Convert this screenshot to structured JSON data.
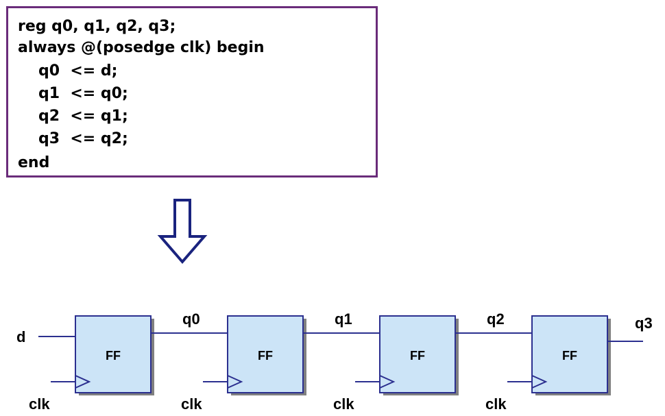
{
  "code": {
    "lines": [
      "reg q0, q1, q2, q3;",
      "always @(posedge clk) begin",
      "q0  <= d;",
      "q1  <= q0;",
      "q2  <= q1;",
      "q3  <= q2;",
      "end"
    ]
  },
  "diagram": {
    "input_label": "d",
    "ff_label": "FF",
    "clock_label": "clk",
    "outputs": [
      "q0",
      "q1",
      "q2",
      "q3"
    ],
    "colors": {
      "box_fill": "#cce4f7",
      "box_stroke": "#2b2f8f",
      "wire": "#2b2f8f",
      "shadow": "#808080",
      "code_border": "#6a2c7a",
      "arrow": "#1a237e"
    }
  }
}
